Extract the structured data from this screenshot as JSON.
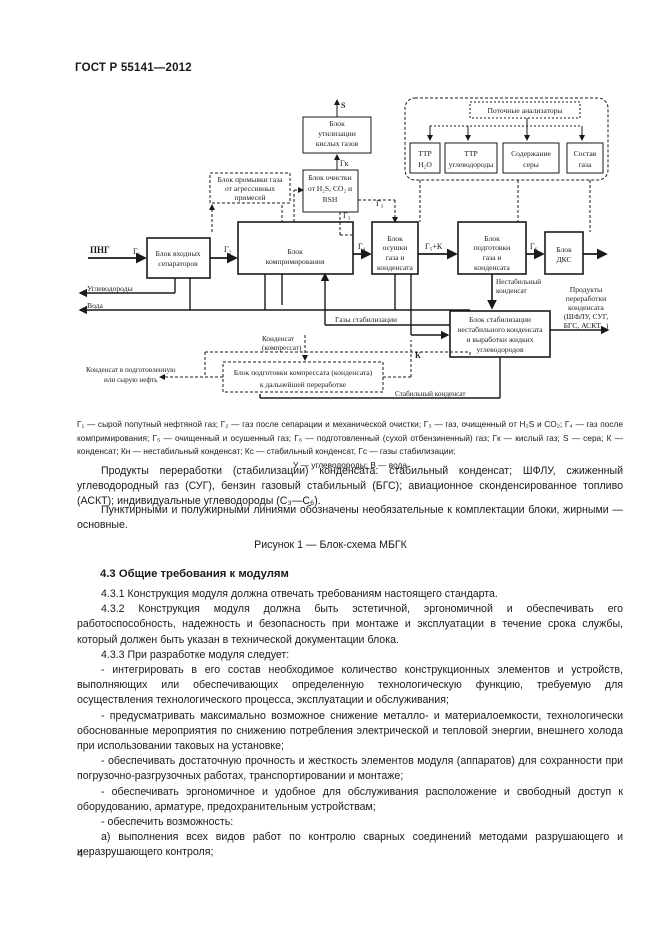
{
  "header": {
    "standard": "ГОСТ Р 55141—2012"
  },
  "diagram": {
    "analyzers_title": "Поточные анализаторы",
    "an_ttr_h2o": [
      "ТТР",
      "H₂O"
    ],
    "an_ttr_hc": [
      "ТТР",
      "углеводороды"
    ],
    "an_sulfur": [
      "Содержание",
      "серы"
    ],
    "an_gas": [
      "Состав",
      "газа"
    ],
    "util": [
      "Блок",
      "утилизации",
      "кислых газов"
    ],
    "clean": [
      "Блок очистки",
      "от H₂S, CO₂ и",
      "RSH"
    ],
    "wash": [
      "Блок промывки газа",
      "от агрессивных",
      "примесей"
    ],
    "sep": [
      "Блок входных",
      "сепараторов"
    ],
    "comp": [
      "Блок",
      "компримирования"
    ],
    "dry": [
      "Блок",
      "осушки",
      "газа и",
      "конденсата"
    ],
    "prep": [
      "Блок",
      "подготовки",
      "газа и",
      "конденсата"
    ],
    "dks": [
      "Блок",
      "ДКС"
    ],
    "stab": [
      "Блок стабилизации",
      "нестабильного конденсата",
      "и выработки жидких",
      "углеводородов"
    ],
    "compr_prep": [
      "Блок подготовки компрессата (конденсата)",
      "к дальнейшей переработке"
    ],
    "products": [
      "Продукты",
      "переработки",
      "конденсата",
      "(ШФЛУ, СУГ,",
      "БГС, АСКТ.. )"
    ],
    "lbl_S": "S",
    "lbl_Gk": "Гк",
    "lbl_G3": "Г₃",
    "lbl_G3b": "Г₃",
    "lbl_png": "ПНГ",
    "lbl_G1": "Г₁",
    "lbl_G2": "Г₂",
    "lbl_G4": "Г₄",
    "lbl_G5K": "Г₅+К",
    "lbl_G6": "Г₆",
    "lbl_hc": "Углеводороды",
    "lbl_water": "Вода",
    "lbl_unstable": [
      "Нестабильный",
      "конденсат"
    ],
    "lbl_stab_gas": "Газы стабилизации",
    "lbl_cond_compr": [
      "Конденсат",
      "(компрессат)"
    ],
    "lbl_K": "К",
    "lbl_to_pipe": [
      "Конденсат в подготовленную",
      "или сырую нефть"
    ],
    "lbl_stable": "Стабильный конденсат"
  },
  "legend": {
    "line1": "Г₁ — сырой попутный нефтяной газ; Г₂ — газ после сепарации и механической очистки; Г₃ — газ, очищенный от H₂S и CO₂; Г₄ — газ после компримирования; Г₅ — очищенный и осушенный газ; Г₆ — подготовленный (сухой отбензиненный) газ; Гк — кислый газ; S — сера; К — конденсат; Кн — нестабильный конденсат; Кс — стабильный конденсат, Гс — газы стабилизации;",
    "line2": "У — углеводороды; В — вода"
  },
  "note1": "Продукты переработки (стабилизации) конденсата: стабильный конденсат; ШФЛУ, сжиженный углеводородный газ (СУГ), бензин газовый стабильный (БГС); авиационное сконденсированное топливо (АСКТ); индивидуальные углеводороды (C₃—C₆).",
  "note2": "Пунктирными и полужирными линиями обозначены необязательные к комплектации блоки, жирными — основные.",
  "caption": "Рисунок 1 — Блок-схема МБГК",
  "section": {
    "title": "4.3 Общие требования к модулям",
    "p1": "4.3.1 Конструкция модуля должна отвечать требованиям настоящего стандарта.",
    "p2": "4.3.2 Конструкция модуля должна быть эстетичной, эргономичной и обеспечивать его работоспособность, надежность и безопасность при монтаже и эксплуатации в течение срока службы, который должен быть указан в технической документации блока.",
    "p3": "4.3.3 При разработке модуля следует:",
    "p4": "- интегрировать в его состав необходимое количество конструкционных элементов и устройств, выполняющих или обеспечивающих определенную технологическую функцию, требуемую для осуществления технологического процесса, эксплуатации и обслуживания;",
    "p5": "- предусматривать максимально возможное снижение металло- и материалоемкости, технологически обоснованные мероприятия по снижению потребления электрической и тепловой энергии, внешнего холода при использовании таковых на установке;",
    "p6": "- обеспечивать достаточную прочность и жесткость элементов модуля (аппаратов) для сохранности при погрузочно-разгрузочных работах, транспортировании и монтаже;",
    "p7": "- обеспечивать эргономичное и удобное для обслуживания расположение и свободный доступ к оборудованию, арматуре, предохранительным устройствам;",
    "p8": "- обеспечить возможность:",
    "p9": "а) выполнения всех видов работ по контролю сварных соединений методами разрушающего и неразрушающего контроля;"
  },
  "page_number": "4"
}
